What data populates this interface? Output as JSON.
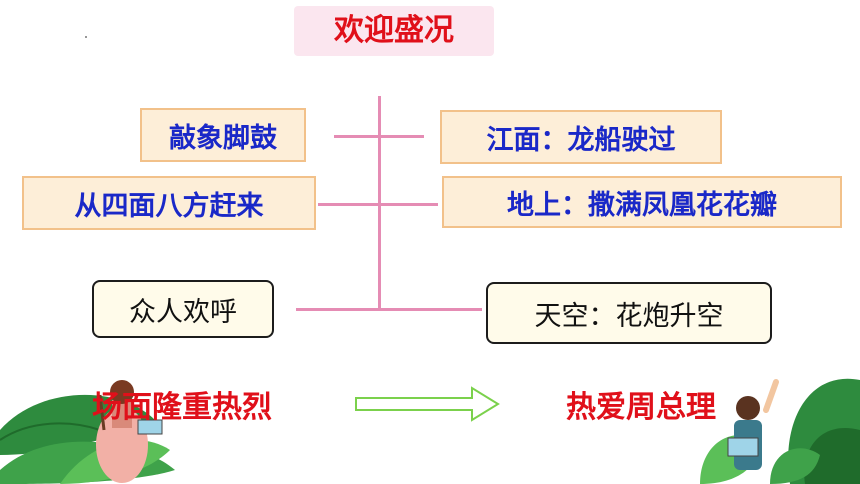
{
  "title": "欢迎盛况",
  "left": {
    "box1": "敲象脚鼓",
    "box2": "从四面八方赶来",
    "box3": "众人欢呼"
  },
  "right": {
    "box1": "江面：龙船驶过",
    "box2": "地上：撒满凤凰花花瓣",
    "box3": "天空：花炮升空"
  },
  "conclusion": {
    "left": "场面隆重热烈",
    "right": "热爱周总理"
  },
  "colors": {
    "title": "#e0101a",
    "box_text": "#1a28c8",
    "connector": "#e58cb4",
    "arrow": "#7bd14c"
  }
}
